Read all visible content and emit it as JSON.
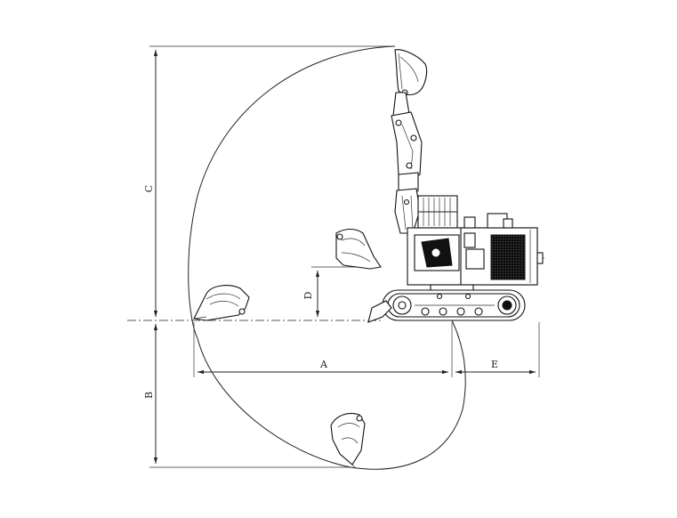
{
  "diagram": {
    "dimension_labels": {
      "a": "A",
      "b": "B",
      "c": "C",
      "d": "D",
      "e": "E"
    }
  }
}
